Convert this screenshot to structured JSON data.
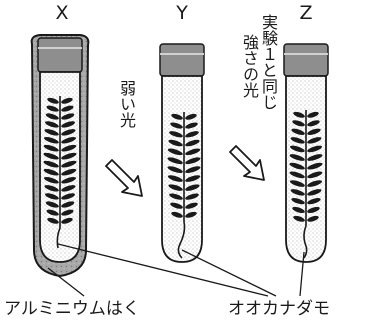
{
  "tubes": [
    {
      "label": "X"
    },
    {
      "label": "Y"
    },
    {
      "label": "Z"
    }
  ],
  "light_labels": {
    "y": "弱い光",
    "z_line1": "実験１と同じ",
    "z_line2": "強さの光"
  },
  "callouts": {
    "foil": "アルミニウムはく",
    "plant": "オオカナダモ"
  },
  "icons": [
    "light-arrow-icon"
  ],
  "colors": {
    "line": "#1a1a1a",
    "foil": "#9a9a9a",
    "cap": "#8e8e8e",
    "leaf": "#1a1a1a"
  }
}
